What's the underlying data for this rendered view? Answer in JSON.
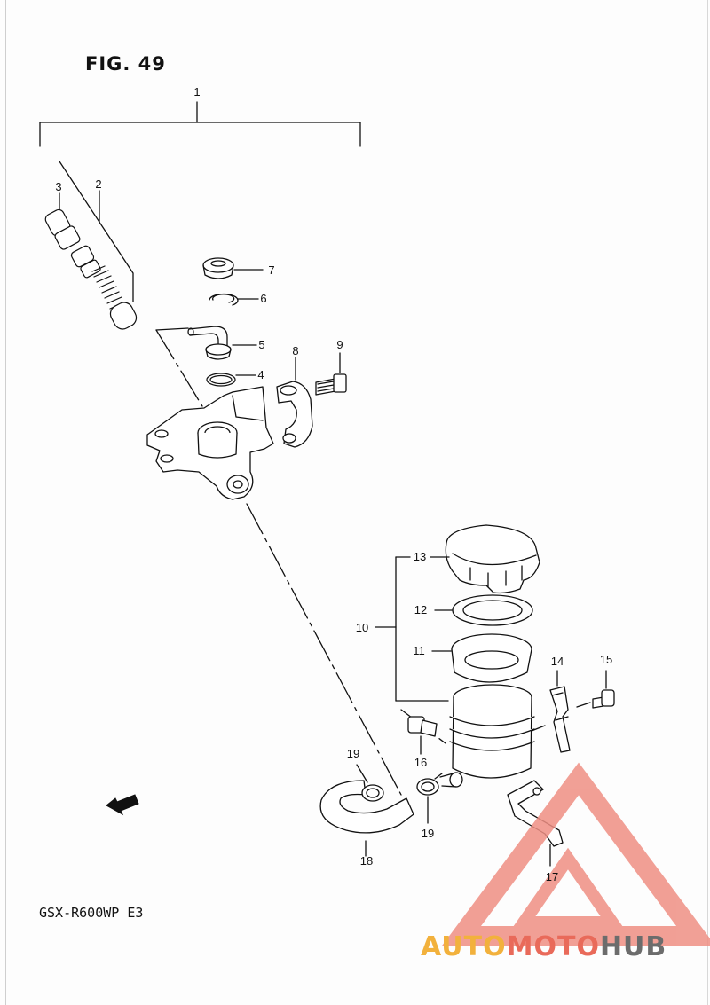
{
  "figure": {
    "title": "FIG. 49",
    "model_code": "GSX-R600WP E3",
    "fwd_marker": "FWD"
  },
  "callouts": [
    {
      "id": "c1",
      "label": "1"
    },
    {
      "id": "c2",
      "label": "2"
    },
    {
      "id": "c3",
      "label": "3"
    },
    {
      "id": "c4",
      "label": "4"
    },
    {
      "id": "c5",
      "label": "5"
    },
    {
      "id": "c6",
      "label": "6"
    },
    {
      "id": "c7",
      "label": "7"
    },
    {
      "id": "c8",
      "label": "8"
    },
    {
      "id": "c9",
      "label": "9"
    },
    {
      "id": "c10",
      "label": "10"
    },
    {
      "id": "c11",
      "label": "11"
    },
    {
      "id": "c12",
      "label": "12"
    },
    {
      "id": "c13",
      "label": "13"
    },
    {
      "id": "c14",
      "label": "14"
    },
    {
      "id": "c15",
      "label": "15"
    },
    {
      "id": "c16",
      "label": "16"
    },
    {
      "id": "c17",
      "label": "17"
    },
    {
      "id": "c18",
      "label": "18"
    },
    {
      "id": "c19a",
      "label": "19"
    },
    {
      "id": "c19b",
      "label": "19"
    }
  ],
  "watermark": {
    "part1": "AUTO",
    "part2": "MOTO",
    "part3": "HUB",
    "colors": {
      "auto": "#f2b13c",
      "moto": "#e96a5a",
      "hub": "#6c6c6c",
      "triangle": "#ef8f84"
    }
  }
}
